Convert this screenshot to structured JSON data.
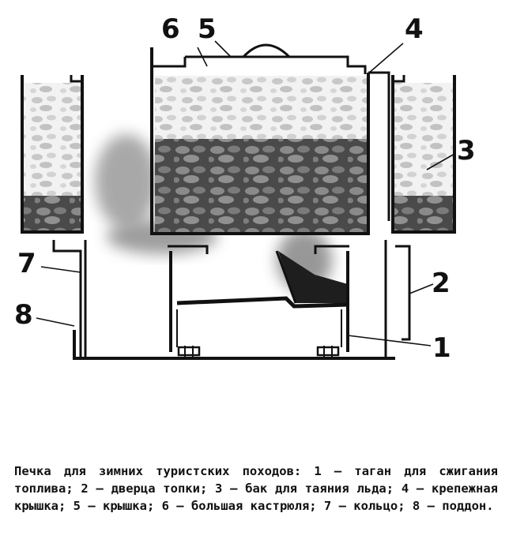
{
  "labels": {
    "n1": "1",
    "n2": "2",
    "n3": "3",
    "n4": "4",
    "n5": "5",
    "n6": "6",
    "n7": "7",
    "n8": "8"
  },
  "caption": "Печка для зимних туристских походов: 1 — таган для сжигания топлива; 2 — дверца топки; 3 — бак для таяния льда; 4 — крепежная крышка; 5 — крышка; 6 — большая кастрюля; 7 — кольцо; 8 — поддон.",
  "colors": {
    "ink": "#111111",
    "ice": "#cfcfcf",
    "water": "#555555",
    "smoke": "#8a8a8a"
  }
}
